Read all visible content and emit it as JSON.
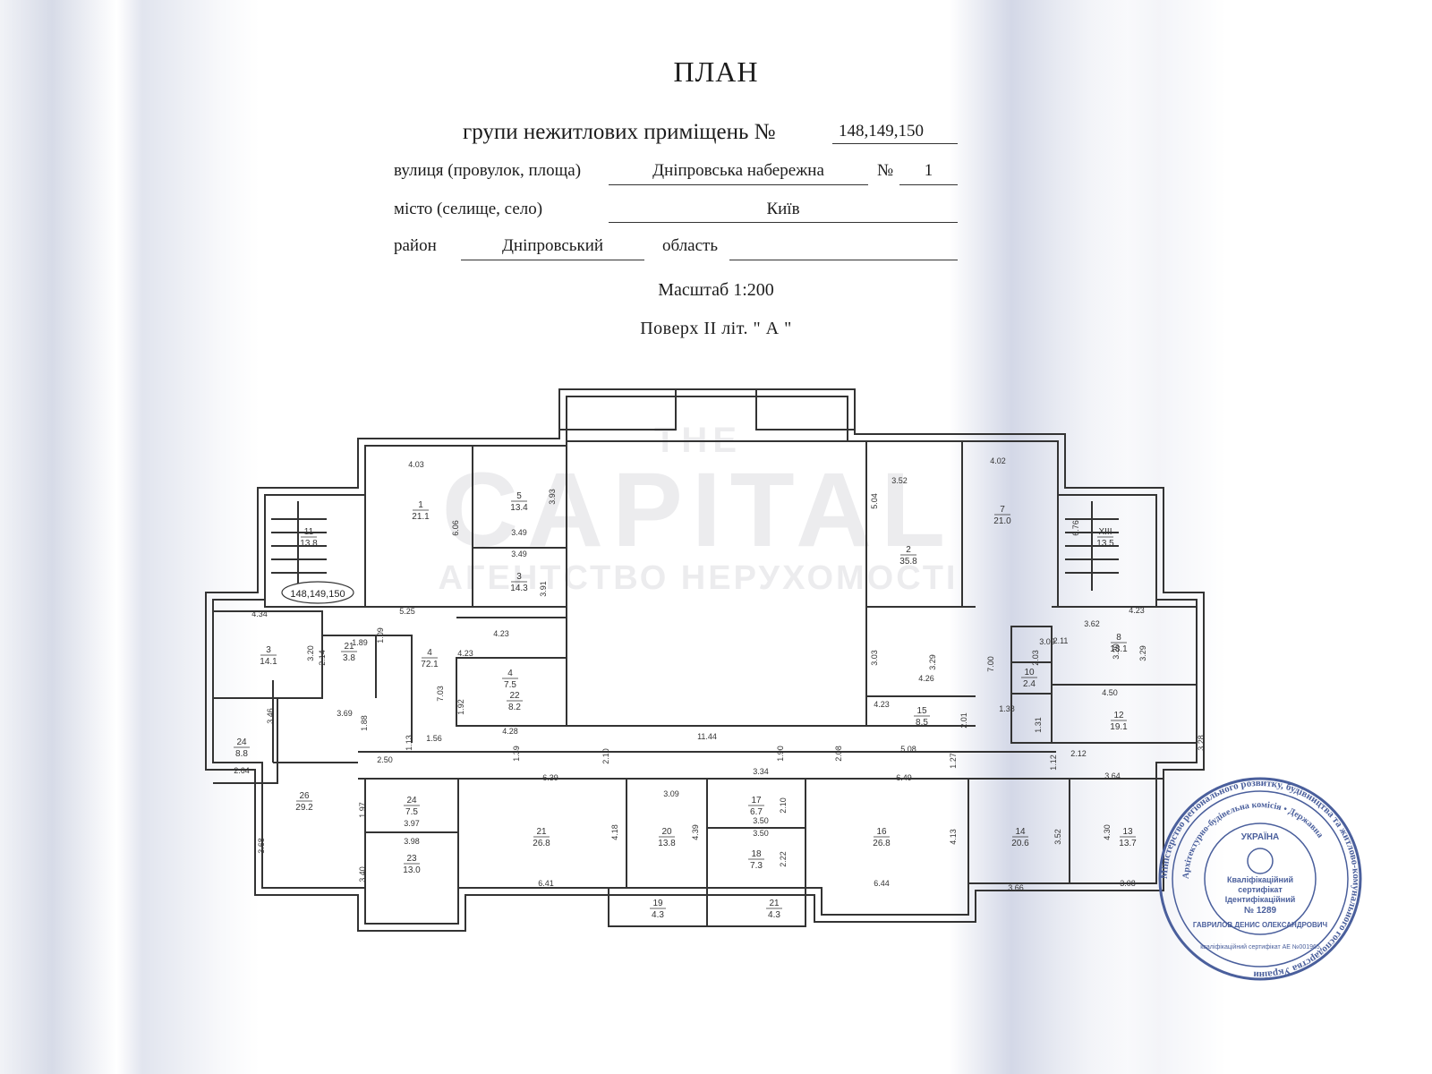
{
  "header": {
    "title": "ПЛАН",
    "subtitle": "групи нежитлових приміщень №",
    "group_numbers": "148,149,150",
    "street_label": "вулиця (провулок, площа)",
    "street_value": "Дніпровська набережна",
    "house_label": "№",
    "house_value": "1",
    "city_label": "місто (селище, село)",
    "city_value": "Київ",
    "district_label": "район",
    "district_value": "Дніпровський",
    "region_label": "область",
    "region_value": "",
    "scale": "Масштаб 1:200",
    "floor": "Поверх  II  літ. \" А \""
  },
  "watermark": {
    "line1": "THE",
    "line2": "CAPITAL",
    "line3": "АГЕНТСТВО НЕРУХОМОСТІ"
  },
  "plan": {
    "group_tag": "148,149,150",
    "rooms": [
      {
        "no": "11",
        "area": "13.8"
      },
      {
        "no": "XIII",
        "area": "13.5"
      },
      {
        "no": "1",
        "area": "21.1"
      },
      {
        "no": "5",
        "area": "13.4"
      },
      {
        "no": "3",
        "area": "14.3"
      },
      {
        "no": "2",
        "area": "35.8"
      },
      {
        "no": "7",
        "area": "21.0"
      },
      {
        "no": "3",
        "area": "14.1"
      },
      {
        "no": "4",
        "area": "72.1"
      },
      {
        "no": "4",
        "area": "7.5"
      },
      {
        "no": "8",
        "area": "18.1"
      },
      {
        "no": "12",
        "area": "19.1"
      },
      {
        "no": "15",
        "area": "8.5"
      },
      {
        "no": "10",
        "area": "2.4"
      },
      {
        "no": "24",
        "area": "8.8"
      },
      {
        "no": "26",
        "area": "29.2"
      },
      {
        "no": "24",
        "area": "7.5"
      },
      {
        "no": "23",
        "area": "13.0"
      },
      {
        "no": "22",
        "area": "8.2"
      },
      {
        "no": "21",
        "area": "26.8"
      },
      {
        "no": "20",
        "area": "13.8"
      },
      {
        "no": "17",
        "area": "6.7"
      },
      {
        "no": "18",
        "area": "7.3"
      },
      {
        "no": "16",
        "area": "26.8"
      },
      {
        "no": "14",
        "area": "20.6"
      },
      {
        "no": "13",
        "area": "13.7"
      },
      {
        "no": "21",
        "area": "4.3"
      },
      {
        "no": "19",
        "area": "4.3"
      },
      {
        "no": "21",
        "area": "3.8"
      }
    ],
    "dimensions": [
      "4.03",
      "3.52",
      "4.02",
      "6.06",
      "3.93",
      "5.04",
      "6.76",
      "3.49",
      "3.49",
      "3.91",
      "4.34",
      "5.25",
      "4.23",
      "3.62",
      "4.23",
      "3.20",
      "1.89",
      "2.14",
      "3.20",
      "3.09",
      "4.23",
      "1.09",
      "7.03",
      "3.03",
      "3.29",
      "7.00",
      "2.03",
      "2.11",
      "3.29",
      "4.26",
      "4.50",
      "3.69",
      "3.46",
      "1.88",
      "1.92",
      "4.28",
      "1.56",
      "4.23",
      "2.01",
      "1.38",
      "1.31",
      "3.28",
      "2.50",
      "1.13",
      "1.39",
      "2.10",
      "11.44",
      "1.90",
      "2.08",
      "5.08",
      "1.27",
      "1.12",
      "2.12",
      "3.64",
      "2.64",
      "6.39",
      "3.34",
      "6.49",
      "1.97",
      "3.09",
      "2.10",
      "3.97",
      "3.50",
      "3.98",
      "3.50",
      "4.18",
      "4.39",
      "2.22",
      "4.13",
      "3.52",
      "4.30",
      "3.68",
      "3.40",
      "6.41",
      "6.44",
      "3.66",
      "3.08"
    ]
  },
  "stamp": {
    "outer_text": "Міністерство регіонального розвитку, будівництва та житлово-комунального господарства України",
    "mid_text": "Архітектурно-будівельна комісія • Державна",
    "country": "УКРАЇНА",
    "line1": "Кваліфікаційний",
    "line2": "сертифікат",
    "line3": "Ідентифікаційний",
    "line4": "№ 1289",
    "name": "ГАВРИЛОВ ДЕНИС ОЛЕКСАНДРОВИЧ",
    "cert": "кваліфікаційний сертифікат АЕ №001965"
  },
  "colors": {
    "ink": "#1c1c1c",
    "wall": "#333333",
    "stamp": "#4a5f9c",
    "band": "#7d8cb4"
  }
}
